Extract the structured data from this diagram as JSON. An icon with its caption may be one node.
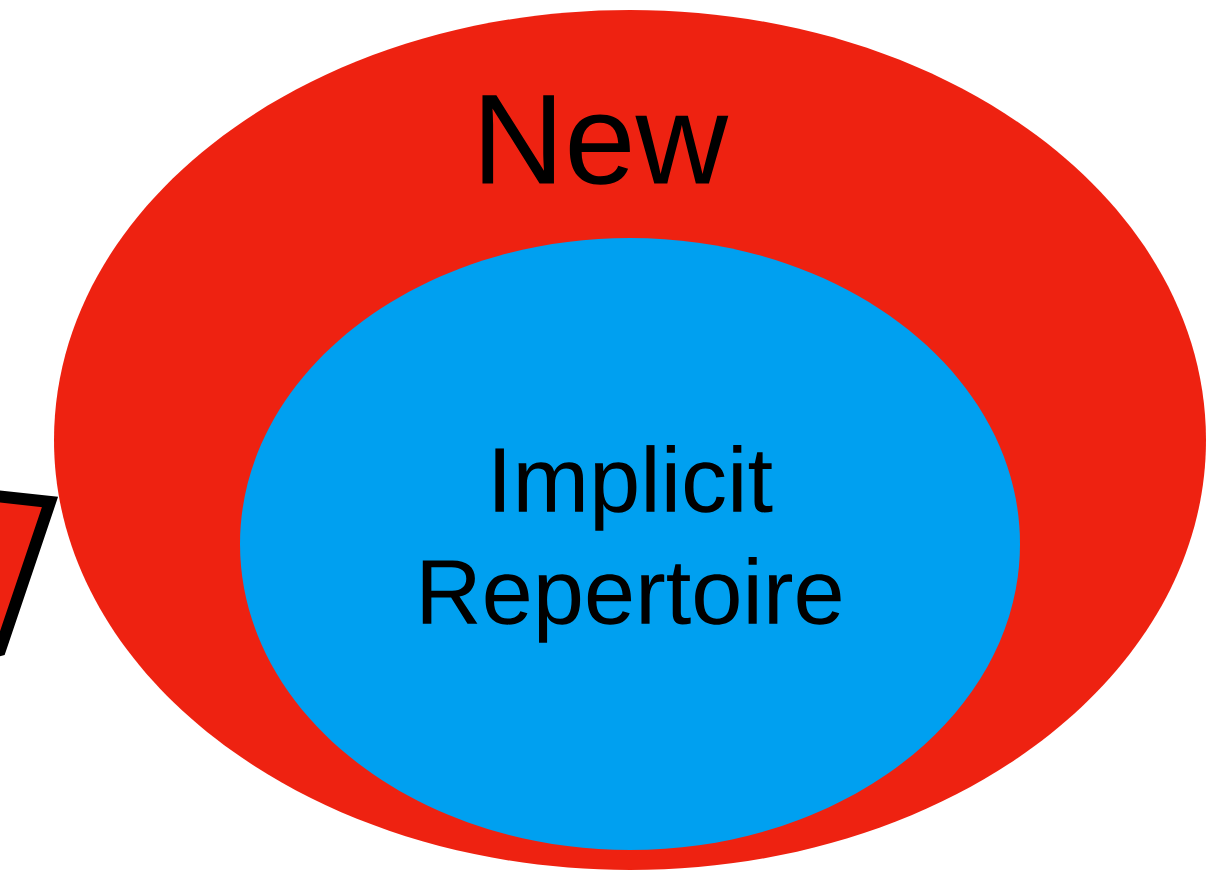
{
  "diagram": {
    "nodes": [
      {
        "text": [
          "New"
        ]
      },
      {
        "text": [
          "Implicit Repertoire"
        ],
        "in": 0
      }
    ]
  }
}
